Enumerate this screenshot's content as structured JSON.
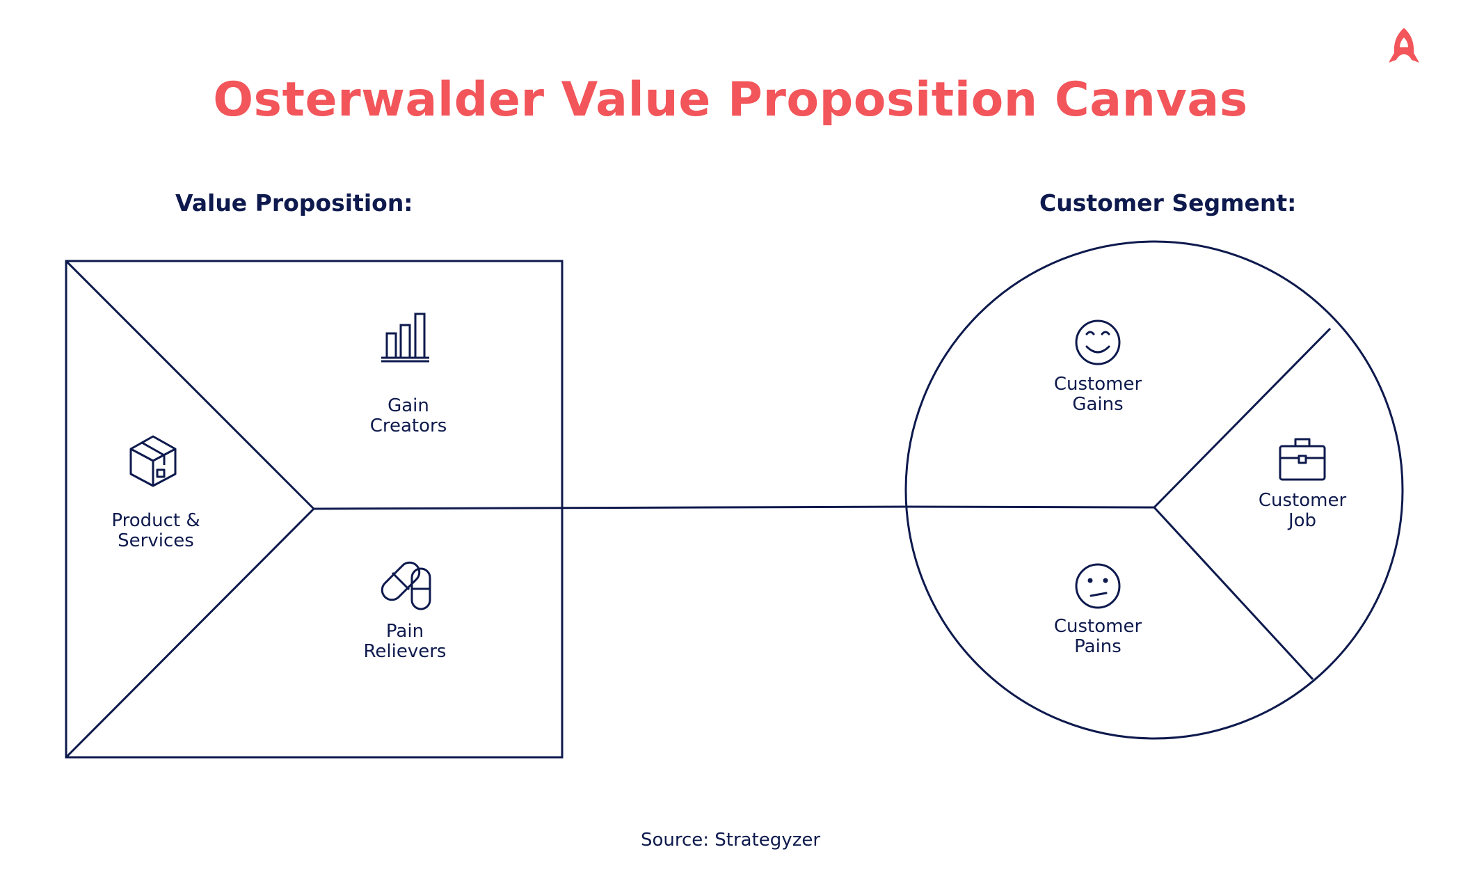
{
  "title": "Osterwalder Value Proposition Canvas",
  "value_proposition": {
    "heading": "Value Proposition:",
    "gain_creators": [
      "Gain",
      "Creators"
    ],
    "products_services": [
      "Product &",
      "Services"
    ],
    "pain_relievers": [
      "Pain",
      "Relievers"
    ]
  },
  "customer_segment": {
    "heading": "Customer Segment:",
    "customer_gains": [
      "Customer",
      "Gains"
    ],
    "customer_job": [
      "Customer",
      "Job"
    ],
    "customer_pains": [
      "Customer",
      "Pains"
    ]
  },
  "source": "Source:  Strategyzer",
  "icons": {
    "logo": "rocket-logo-icon",
    "gain_creators": "bar-chart-icon",
    "products_services": "box-icon",
    "pain_relievers": "pills-icon",
    "customer_gains": "smiley-face-icon",
    "customer_job": "briefcase-icon",
    "customer_pains": "confused-face-icon"
  },
  "colors": {
    "accent": "#f2555a",
    "line": "#0e1a4d"
  }
}
